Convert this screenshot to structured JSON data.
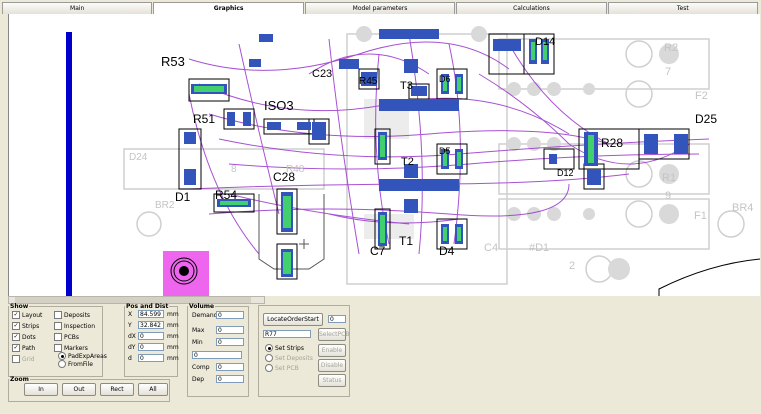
{
  "tabs": [
    "Main",
    "Graphics",
    "Model parameters",
    "Calculations",
    "Test"
  ],
  "active_tab": "Graphics",
  "pcb_labels": [
    "R53",
    "ISO3",
    "R51",
    "C23",
    "R45",
    "T3",
    "D6",
    "D14",
    "R2",
    "7",
    "F2",
    "D25",
    "R28",
    "D24",
    "8",
    "R48",
    "C28",
    "T2",
    "D5",
    "D12",
    "R1",
    "9",
    "BR2",
    "D1",
    "R54",
    "F1",
    "BR4",
    "C7",
    "T1",
    "D4",
    "C4",
    "#D1",
    "2"
  ],
  "show": {
    "title": "Show",
    "items": [
      {
        "label": "Layout",
        "checked": true
      },
      {
        "label": "Deposits",
        "checked": false
      },
      {
        "label": "Strips",
        "checked": true
      },
      {
        "label": "Inspection",
        "checked": false
      },
      {
        "label": "Dots",
        "checked": true
      },
      {
        "label": "PCBs",
        "checked": false
      },
      {
        "label": "Path",
        "checked": true
      },
      {
        "label": "Markers",
        "checked": false
      },
      {
        "label": "Grid",
        "checked": false,
        "disabled": true
      }
    ],
    "radios": [
      {
        "label": "PadExpAreas",
        "on": true
      },
      {
        "label": "FromFile",
        "on": false
      }
    ]
  },
  "zoom": {
    "title": "Zoom",
    "buttons": [
      "In",
      "Out",
      "Rect",
      "All"
    ]
  },
  "pos": {
    "title": "Pos and Dist",
    "rows": [
      {
        "label": "X",
        "value": "84.599",
        "unit": "mm"
      },
      {
        "label": "Y",
        "value": "32.842",
        "unit": "mm"
      },
      {
        "label": "dX",
        "value": "0",
        "unit": "mm"
      },
      {
        "label": "dY",
        "value": "0",
        "unit": "mm"
      },
      {
        "label": "d",
        "value": "0",
        "unit": "mm"
      }
    ]
  },
  "volume": {
    "title": "Volume",
    "rows": [
      {
        "label": "Demand",
        "value": "0"
      },
      {
        "label": "Max",
        "value": "0"
      },
      {
        "label": "Min",
        "value": "0"
      },
      {
        "label": "",
        "value": "0"
      },
      {
        "label": "Comp",
        "value": "0"
      },
      {
        "label": "Dep",
        "value": "0"
      }
    ]
  },
  "locate": {
    "button": "LocateOrderStart",
    "value": "0",
    "field2": "R77",
    "radios": [
      {
        "label": "Set Strips",
        "on": true,
        "disabled": false
      },
      {
        "label": "Set Deposits",
        "on": false,
        "disabled": true
      },
      {
        "label": "Set PCB",
        "on": false,
        "disabled": true
      }
    ],
    "buttons": [
      "SelectPCB",
      "Enable",
      "Disable",
      "Status"
    ]
  }
}
